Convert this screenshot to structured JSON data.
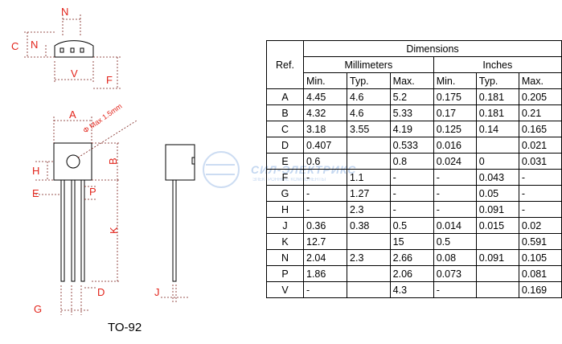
{
  "package_label": "TO-92",
  "watermark": {
    "text": "СИЛ-ЭЛЕКТРИКС",
    "subtext": "ЭЛЕКТРОННЫЕ КОМПОНЕНТЫ"
  },
  "drawing": {
    "top_view_letters": {
      "n_top": "N",
      "c": "C",
      "n_side": "N",
      "v": "V",
      "f": "F"
    },
    "front_view_letters": {
      "a": "A",
      "h": "H",
      "e": "E",
      "b": "B",
      "p": "P",
      "k": "K",
      "d": "D",
      "g": "G",
      "j": "J"
    },
    "hole_note": "Φ Max 1.5mm"
  },
  "table": {
    "headers": {
      "ref": "Ref.",
      "dimensions": "Dimensions",
      "millimeters": "Millimeters",
      "inches": "Inches",
      "sub": [
        "Min.",
        "Typ.",
        "Max.",
        "Min.",
        "Typ.",
        "Max."
      ]
    },
    "rows": [
      [
        "A",
        "4.45",
        "4.6",
        "5.2",
        "0.175",
        "0.181",
        "0.205"
      ],
      [
        "B",
        "4.32",
        "4.6",
        "5.33",
        "0.17",
        "0.181",
        "0.21"
      ],
      [
        "C",
        "3.18",
        "3.55",
        "4.19",
        "0.125",
        "0.14",
        "0.165"
      ],
      [
        "D",
        "0.407",
        "",
        "0.533",
        "0.016",
        "",
        "0.021"
      ],
      [
        "E",
        "0.6",
        "",
        "0.8",
        "0.024",
        "0",
        "0.031"
      ],
      [
        "F",
        "-",
        "1.1",
        "-",
        "-",
        "0.043",
        "-"
      ],
      [
        "G",
        "-",
        "1.27",
        "-",
        "-",
        "0.05",
        "-"
      ],
      [
        "H",
        "-",
        "2.3",
        "-",
        "-",
        "0.091",
        "-"
      ],
      [
        "J",
        "0.36",
        "0.38",
        "0.5",
        "0.014",
        "0.015",
        "0.02"
      ],
      [
        "K",
        "12.7",
        "",
        "15",
        "0.5",
        "",
        "0.591"
      ],
      [
        "N",
        "2.04",
        "2.3",
        "2.66",
        "0.08",
        "0.091",
        "0.105"
      ],
      [
        "P",
        "1.86",
        "",
        "2.06",
        "0.073",
        "",
        "0.081"
      ],
      [
        "V",
        "-",
        "",
        "4.3",
        "-",
        "",
        "0.169"
      ]
    ]
  }
}
